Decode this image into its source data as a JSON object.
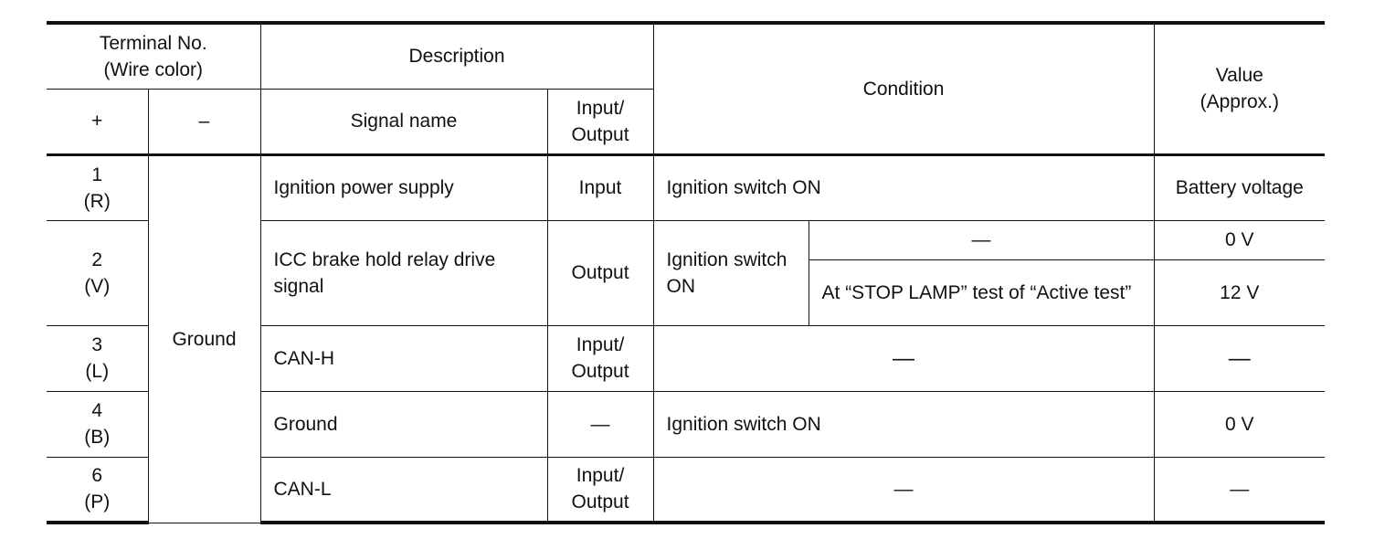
{
  "header": {
    "terminal_no": "Terminal No.",
    "wire_color": "(Wire color)",
    "description": "Description",
    "condition": "Condition",
    "value": "Value",
    "value_approx": "(Approx.)",
    "plus": "+",
    "minus": "–",
    "signal_name": "Signal name",
    "input_output_1": "Input/",
    "input_output_2": "Output"
  },
  "ground_label": "Ground",
  "rows": [
    {
      "terminal": "1",
      "wire": "(R)",
      "signal": "Ignition power supply",
      "io": "Input",
      "condition": "Ignition switch ON",
      "value": "Battery voltage"
    },
    {
      "terminal": "2",
      "wire": "(V)",
      "signal": "ICC brake hold relay drive signal",
      "io": "Output",
      "condition": "Ignition switch ON",
      "sub": [
        {
          "condition": "—",
          "value": "0 V"
        },
        {
          "condition": "At “STOP LAMP” test of “Active test”",
          "value": "12 V"
        }
      ]
    },
    {
      "terminal": "3",
      "wire": "(L)",
      "signal": "CAN-H",
      "io_1": "Input/",
      "io_2": "Output",
      "condition": "—",
      "value": "—"
    },
    {
      "terminal": "4",
      "wire": "(B)",
      "signal": "Ground",
      "io": "—",
      "condition": "Ignition switch ON",
      "value": "0 V"
    },
    {
      "terminal": "6",
      "wire": "(P)",
      "signal": "CAN-L",
      "io_1": "Input/",
      "io_2": "Output",
      "condition": "—",
      "value": "—"
    }
  ]
}
